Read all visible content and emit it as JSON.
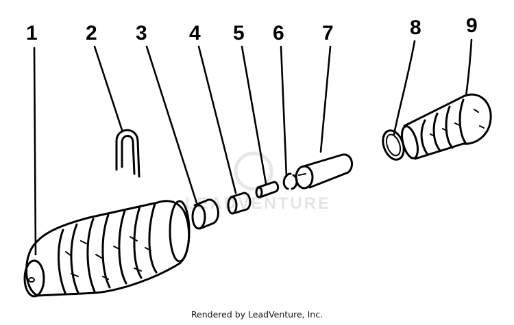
{
  "diagram": {
    "callouts": [
      "1",
      "2",
      "3",
      "4",
      "5",
      "6",
      "7",
      "8",
      "9"
    ],
    "watermark": "LEADVENTURE",
    "footer": "Rendered by LeadVenture, Inc."
  }
}
